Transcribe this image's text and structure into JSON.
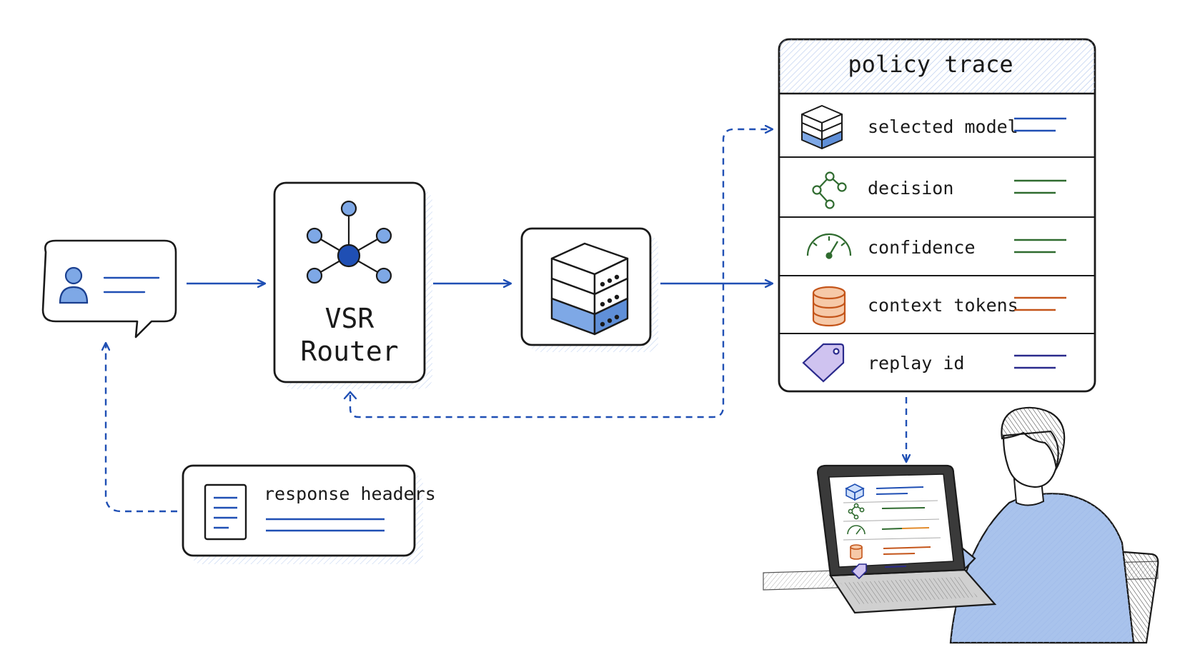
{
  "router": {
    "line1": "VSR",
    "line2": "Router"
  },
  "trace_panel": {
    "title": "policy trace",
    "rows": [
      {
        "label": "selected model",
        "icon": "server-stack-icon",
        "color": "#1f4fb4"
      },
      {
        "label": "decision",
        "icon": "branch-icon",
        "color": "#2f6b2f"
      },
      {
        "label": "confidence",
        "icon": "gauge-icon",
        "color": "#2f6b2f"
      },
      {
        "label": "context tokens",
        "icon": "database-icon",
        "color": "#c4551a"
      },
      {
        "label": "replay id",
        "icon": "tag-icon",
        "color": "#2a2a8c"
      }
    ]
  },
  "response_headers": {
    "label": "response headers"
  },
  "colors": {
    "accent_blue": "#1f4fb4",
    "fill_blue": "#7ea8e6",
    "ink": "#1a1a1a"
  }
}
